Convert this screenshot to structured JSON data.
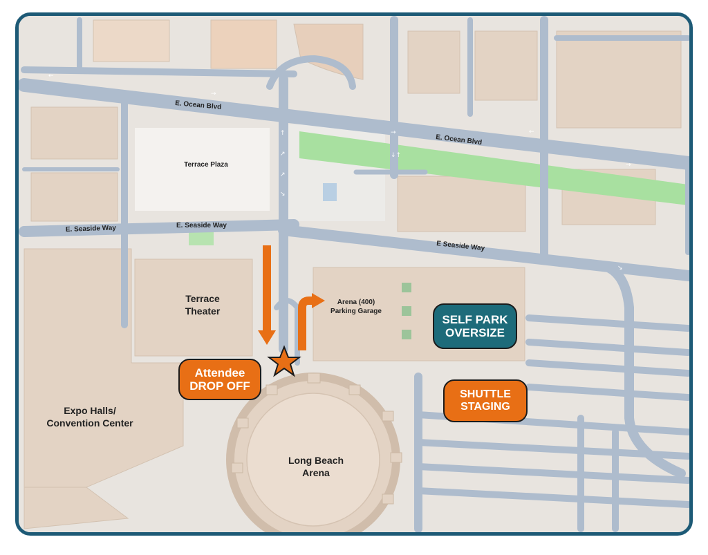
{
  "colors": {
    "frame": "#1d5a76",
    "street": "#aebccd",
    "block": "#e8e4df",
    "building": "#e3d3c4",
    "park": "#a8e0a0",
    "accent_orange": "#e86f15",
    "accent_teal": "#1d6b7a"
  },
  "streets": {
    "ocean_blvd_west": "E. Ocean Blvd",
    "ocean_blvd_east": "E. Ocean Blvd",
    "seaside_way_west": "E. Seaside Way",
    "seaside_way_mid": "E. Seaside Way",
    "seaside_way_east": "E Seaside Way"
  },
  "places": {
    "terrace_plaza": "Terrace Plaza",
    "terrace_theater": "Terrace\nTheater",
    "parking_garage": "Arena (400)\nParking Garage",
    "expo_halls": "Expo Halls/\nConvention Center",
    "long_beach_arena": "Long Beach\nArena"
  },
  "callouts": {
    "drop_off": "Attendee\nDROP OFF",
    "self_park": "SELF PARK\nOVERSIZE",
    "shuttle": "SHUTTLE\nSTAGING"
  },
  "icons": {
    "drop_off_marker": "star-icon",
    "route_down": "arrow-down-icon",
    "route_right": "arrow-turn-right-icon"
  }
}
